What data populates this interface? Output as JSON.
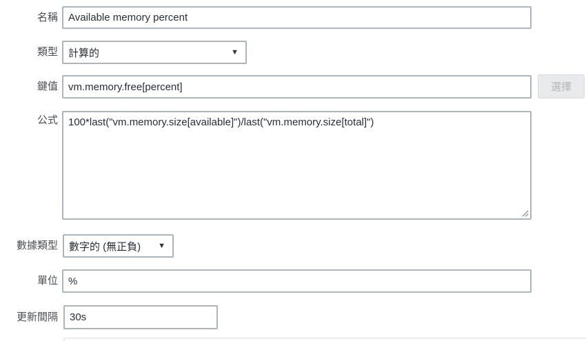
{
  "form": {
    "name": {
      "label": "名稱",
      "value": "Available memory percent"
    },
    "type": {
      "label": "類型",
      "value": "計算的"
    },
    "key": {
      "label": "鍵值",
      "value": "vm.memory.free[percent]",
      "button_label": "選擇"
    },
    "formula": {
      "label": "公式",
      "value": "100*last(\"vm.memory.size[available]\")/last(\"vm.memory.size[total]\")"
    },
    "data_type": {
      "label": "數據類型",
      "value": "數字的 (無正負)"
    },
    "units": {
      "label": "單位",
      "value": "%"
    },
    "update_interval": {
      "label": "更新間隔",
      "value": "30s"
    }
  },
  "icons": {
    "dropdown_arrow": "▼"
  },
  "colors": {
    "input_border": "#a9b5bf",
    "input_text": "#262f35",
    "label_text": "#4a4f53",
    "disabled_button_bg": "#e9eaec",
    "disabled_button_text": "#b0b7bc",
    "section_stub_border": "#e9edf0"
  }
}
